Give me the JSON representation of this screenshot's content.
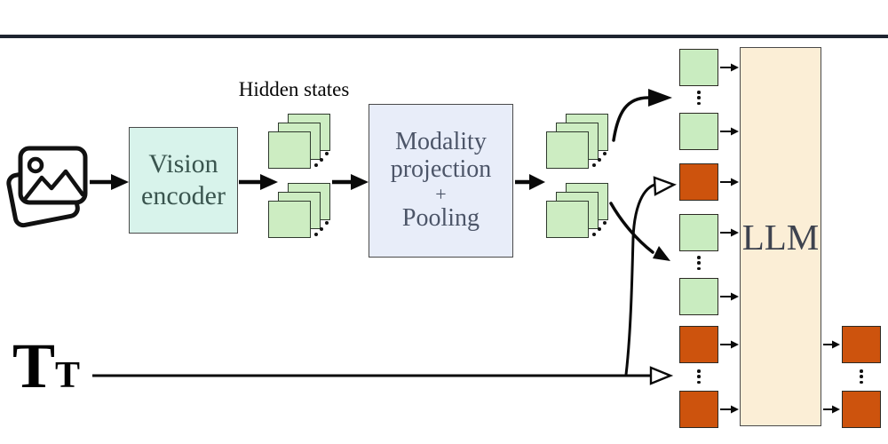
{
  "palette": {
    "state_square_fill": "#cdedc2",
    "image_token_fill": "#c9ecc0",
    "text_token_fill": "#cd530d",
    "vision_encoder_fill": "#d8f3eb",
    "modality_box_fill": "#e8edf9",
    "llm_box_fill": "#fbeed6",
    "box_border": "#4a4a4a",
    "arrow_black": "#0a0a0a",
    "top_rule": "#1e2430"
  },
  "labels": {
    "hidden_states": "Hidden states",
    "vision_encoder": {
      "line1": "Vision",
      "line2": "encoder"
    },
    "modality": {
      "line1": "Modality",
      "line2": "projection",
      "line3": "+",
      "line4": "Pooling"
    },
    "llm": "LLM",
    "text_input": {
      "symbol": "T",
      "subscript": "T"
    }
  },
  "stacks": {
    "hidden_states_stacks": 2,
    "pooled_stacks": 2,
    "squares_per_stack": 3
  },
  "sequence": {
    "input_tokens": [
      "image",
      "ellipsis",
      "image",
      "text",
      "image",
      "ellipsis",
      "image",
      "text",
      "ellipsis",
      "text"
    ],
    "output_tokens": [
      "text",
      "ellipsis",
      "text"
    ]
  }
}
